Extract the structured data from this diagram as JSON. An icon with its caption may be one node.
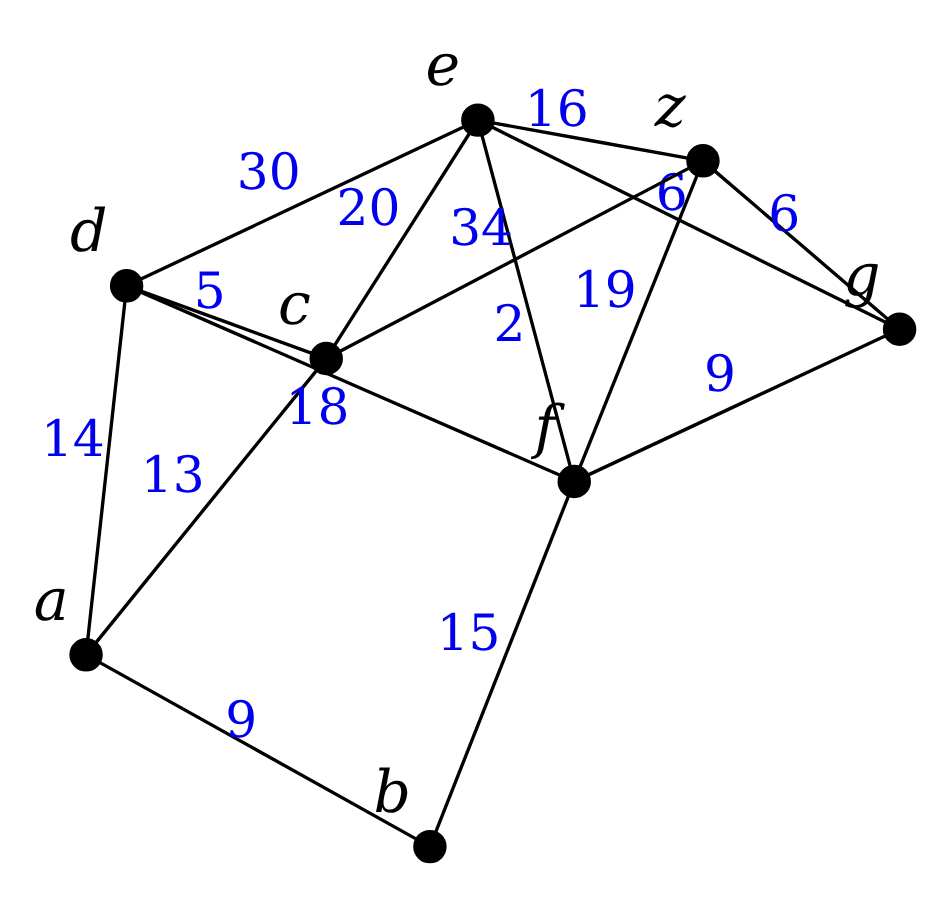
{
  "diagram": {
    "nodes": [
      {
        "text": [],
        "shape": "circle",
        "beside": [
          "b"
        ]
      },
      {
        "text": [],
        "shape": "circle",
        "beside": [
          "f"
        ]
      },
      {
        "text": [],
        "shape": "circle",
        "beside": [
          "a"
        ]
      },
      {
        "text": [],
        "shape": "circle",
        "beside": [
          "d"
        ]
      },
      {
        "text": [],
        "shape": "circle",
        "beside": [
          "g"
        ]
      },
      {
        "text": [],
        "shape": "circle",
        "beside": [
          "e"
        ]
      },
      {
        "text": [],
        "shape": "circle",
        "beside": [
          "c"
        ]
      },
      {
        "text": [],
        "shape": "circle",
        "beside": [
          "z"
        ]
      }
    ],
    "edges": [
      {
        "from": 0,
        "to": 1,
        "arrow": "none",
        "label": "15"
      },
      {
        "from": 0,
        "to": 2,
        "arrow": "none",
        "label": "9"
      },
      {
        "from": 2,
        "to": 3,
        "arrow": "none",
        "label": "14"
      },
      {
        "from": 3,
        "to": 1,
        "arrow": "none",
        "label": "18"
      },
      {
        "from": 5,
        "to": 1,
        "arrow": "none",
        "label": "2"
      },
      {
        "from": 4,
        "to": 1,
        "arrow": "none",
        "label": "9"
      },
      {
        "from": 3,
        "to": 5,
        "arrow": "none",
        "label": "30"
      },
      {
        "from": 2,
        "to": 6,
        "arrow": "none",
        "label": "13"
      },
      {
        "from": 3,
        "to": 6,
        "arrow": "none",
        "label": "5"
      },
      {
        "from": 5,
        "to": 4,
        "arrow": "none",
        "label": "6"
      },
      {
        "from": 1,
        "to": 7,
        "arrow": "none",
        "label": "19"
      },
      {
        "from": 4,
        "to": 7,
        "arrow": "none",
        "label": "6"
      },
      {
        "from": 6,
        "to": 5,
        "arrow": "none",
        "label": "20"
      },
      {
        "from": 5,
        "to": 7,
        "arrow": "none",
        "label": "16"
      },
      {
        "from": 6,
        "to": 7,
        "arrow": "none",
        "label": "34"
      }
    ]
  }
}
